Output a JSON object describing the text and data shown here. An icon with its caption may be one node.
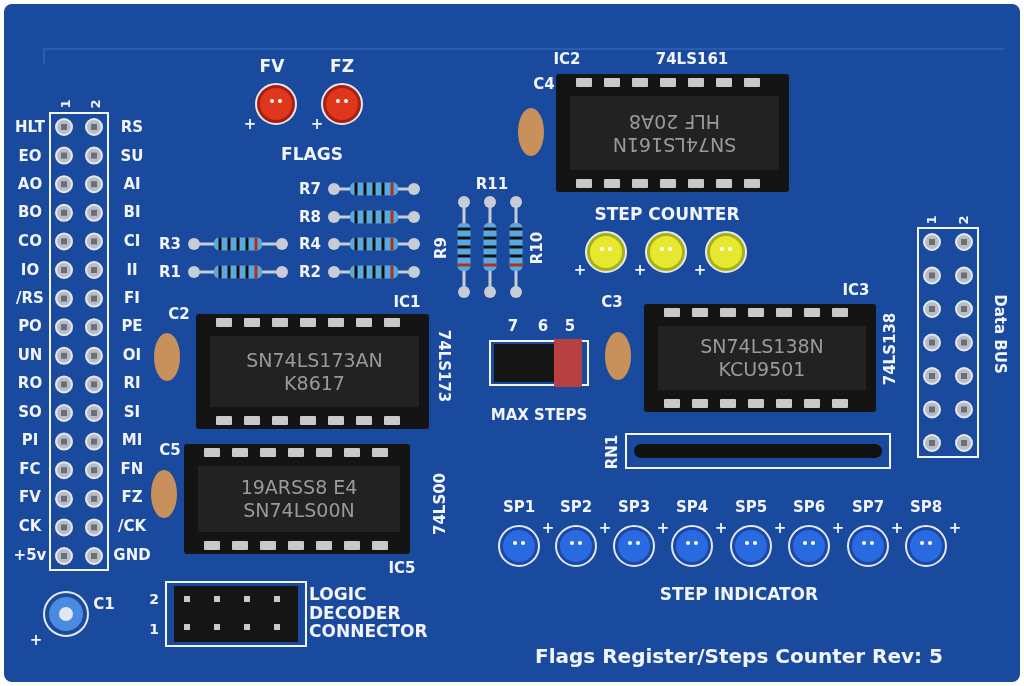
{
  "diagram": {
    "nodes": [
      {
        "text": [
          "SN74LS161N",
          "HLF 20A8"
        ],
        "beside": [
          "IC2",
          "74LS161"
        ]
      },
      {
        "text": [
          "SN74LS173AN",
          "K8617"
        ],
        "beside": [
          "IC1",
          "74LS173"
        ]
      },
      {
        "text": [
          "SN74LS138N",
          "KCU9501"
        ],
        "beside": [
          "IC3",
          "74LS138"
        ]
      },
      {
        "text": [
          "19ARSS8 E4",
          "SN74LS00N"
        ],
        "beside": [
          "74LS00",
          "IC5"
        ]
      }
    ],
    "labels": [
      "1",
      "2",
      "HLT",
      "RS",
      "EO",
      "SU",
      "AO",
      "AI",
      "BO",
      "BI",
      "CO",
      "CI",
      "IO",
      "II",
      "/RS",
      "FI",
      "PO",
      "PE",
      "UN",
      "OI",
      "RO",
      "RI",
      "SO",
      "SI",
      "PI",
      "MI",
      "FC",
      "FN",
      "FV",
      "FZ",
      "CK",
      "/CK",
      "+5v",
      "GND",
      "FV",
      "FZ",
      "+",
      "+",
      "FLAGS",
      "C4",
      "R7",
      "R8",
      "R3",
      "R4",
      "R1",
      "R2",
      "R11",
      "R9",
      "R10",
      "STEP COUNTER",
      "+",
      "+",
      "+",
      "C2",
      "C3",
      "7",
      "6",
      "5",
      "MAX STEPS",
      "1",
      "2",
      "Data BUS",
      "C5",
      "RN1",
      "SP1",
      "SP2",
      "SP3",
      "SP4",
      "SP5",
      "SP6",
      "SP7",
      "SP8",
      "+",
      "+",
      "+",
      "+",
      "+",
      "+",
      "+",
      "+",
      "STEP INDICATOR",
      "C1",
      "+",
      "2",
      "1",
      "LOGIC DECODER CONNECTOR",
      "Flags Register/Steps Counter Rev: 5"
    ]
  }
}
